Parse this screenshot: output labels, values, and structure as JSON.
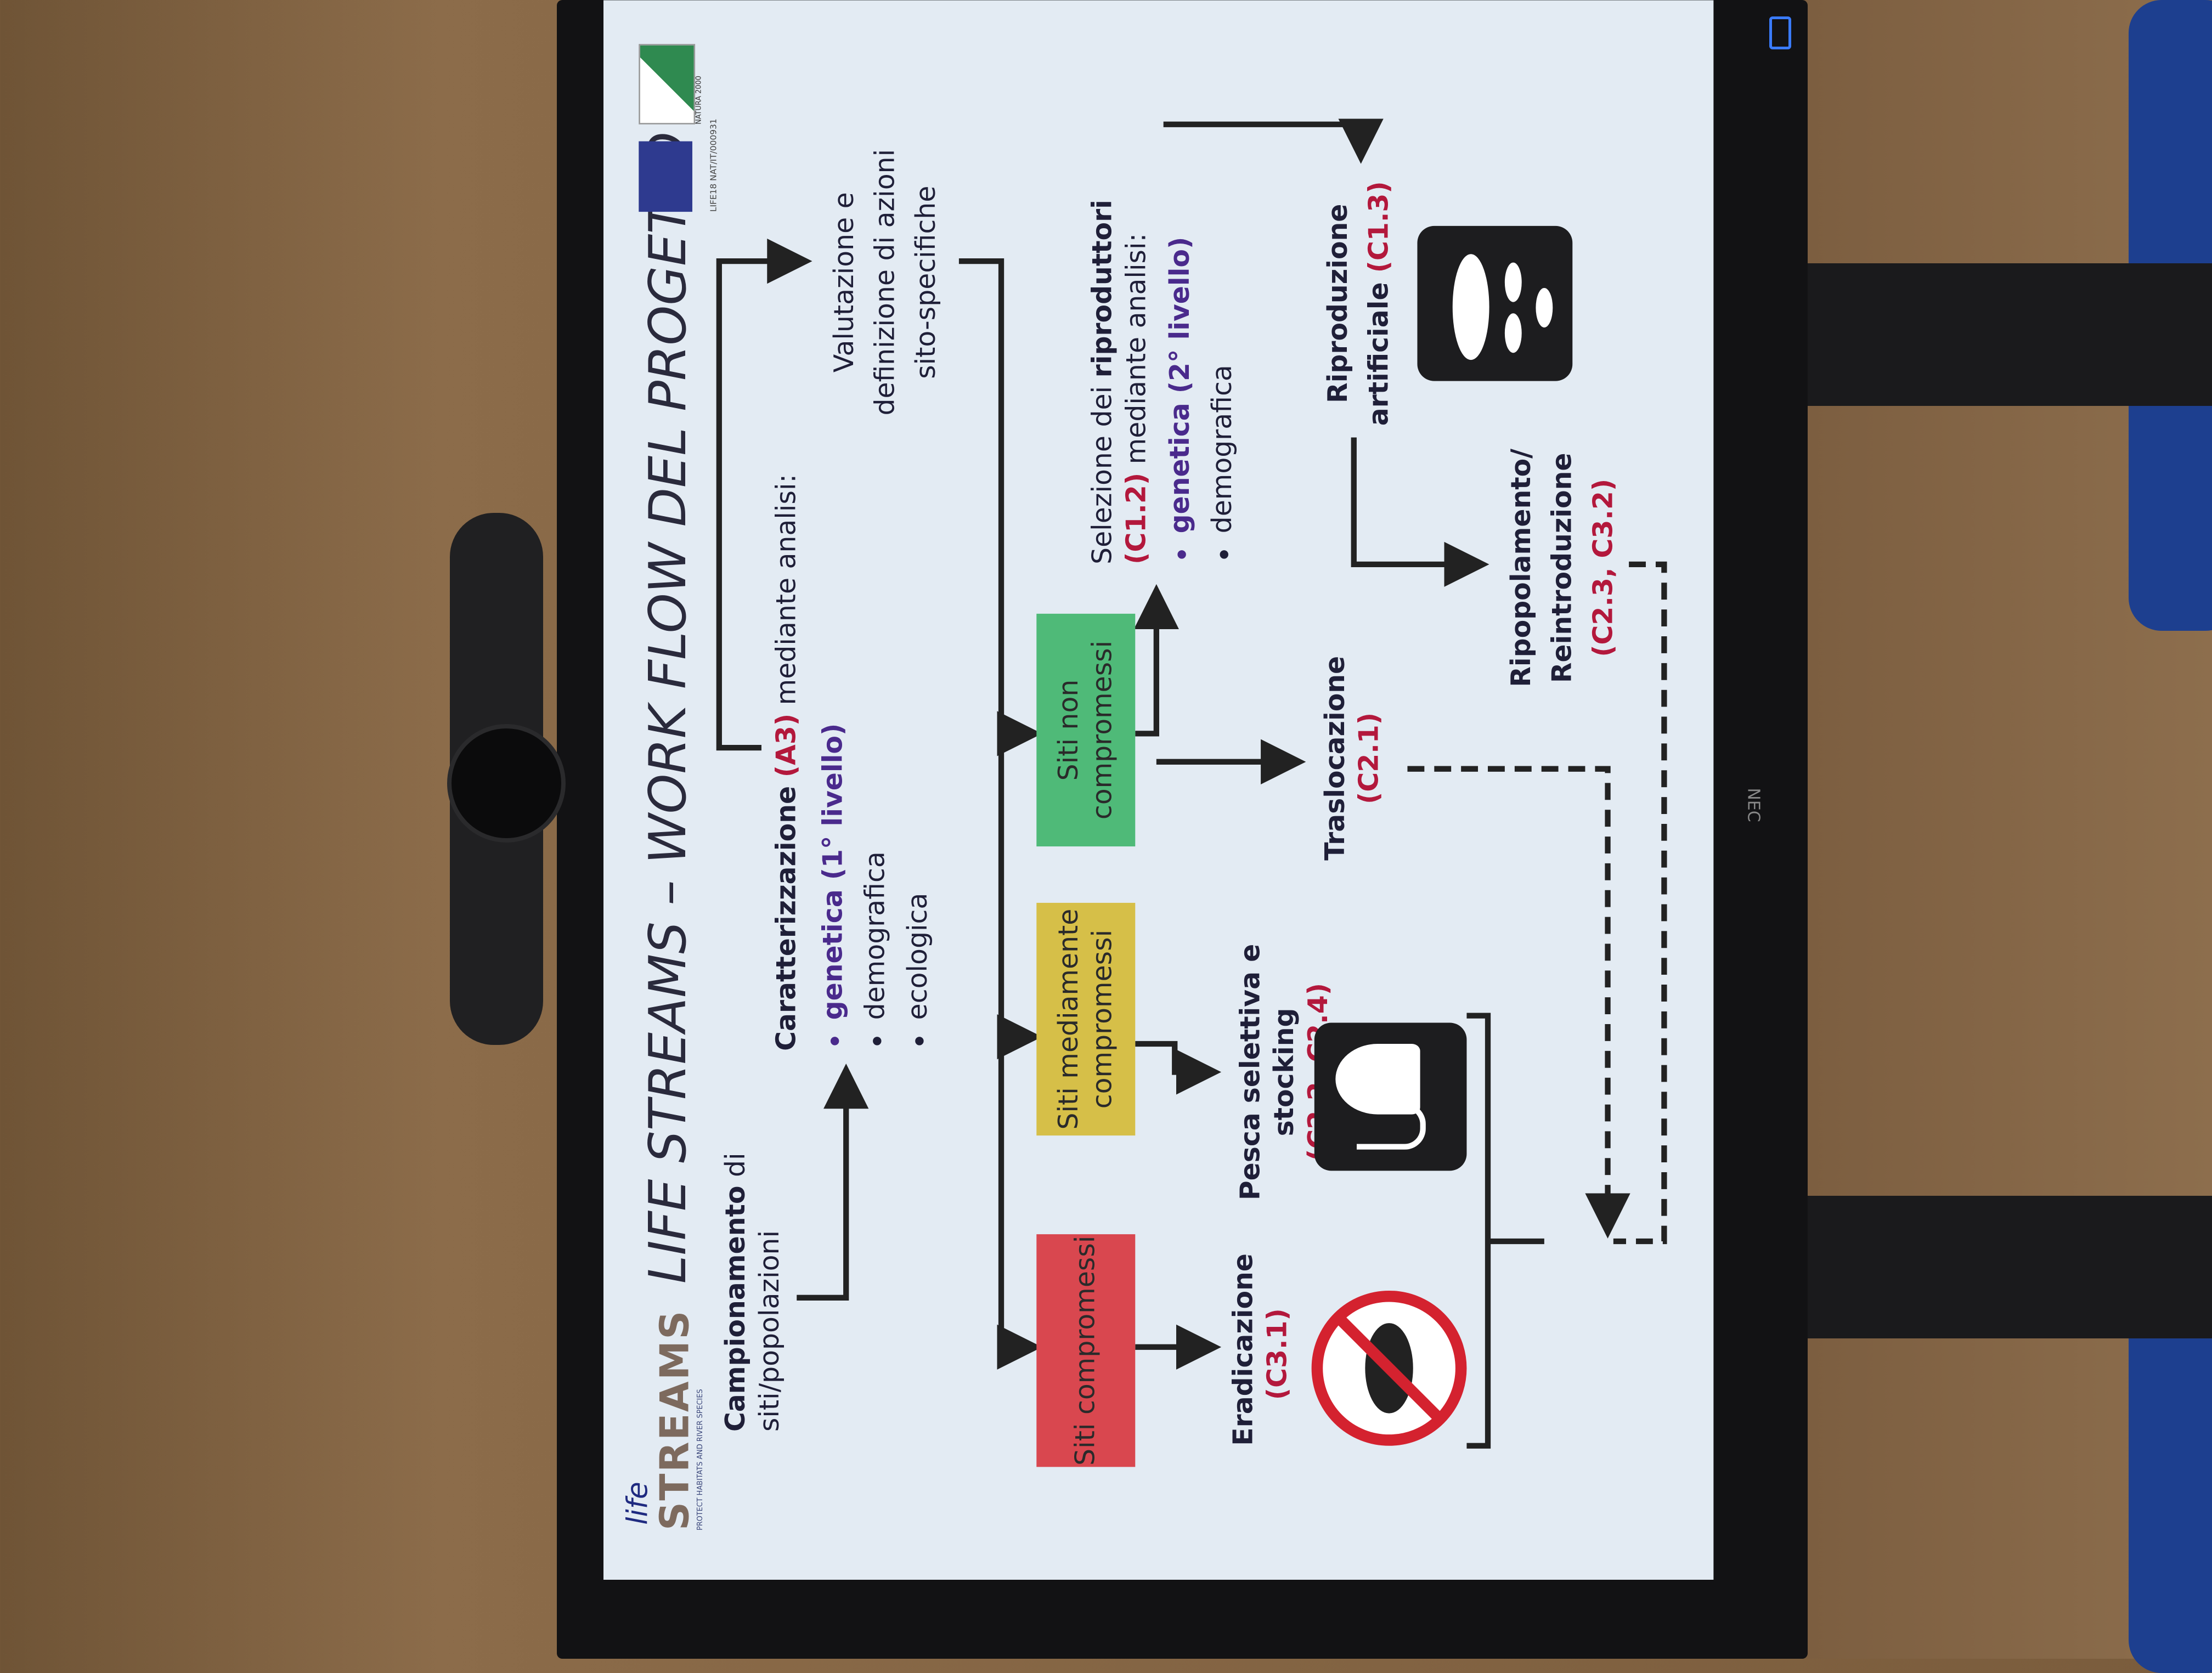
{
  "title": "LIFE STREAMS – WORK FLOW DEL PROGETTO",
  "logo": {
    "life": "life",
    "streams": "STREAMS",
    "tagline": "PROTECT HABITATS AND RIVER SPECIES"
  },
  "eu_logo": {
    "natura": "NATURA 2000",
    "code": "LIFE18 NAT/IT/000931"
  },
  "monitor_brand": "NEC",
  "steps": {
    "sampling": {
      "bold": "Campionamento",
      "rest": " di siti/popolazioni"
    },
    "characterization": {
      "bold": "Caratterizzazione",
      "code": "(A3)",
      "rest": " mediante analisi:",
      "bullets": [
        "genetica (1° livello)",
        "demografica",
        "ecologica"
      ]
    },
    "evaluation": "Valutazione e definizione di azioni sito-specifiche",
    "boxes": [
      {
        "label": "Siti compromessi",
        "color": "#d9474f"
      },
      {
        "label": "Siti mediamente compromessi",
        "color": "#d6bf48"
      },
      {
        "label": "Siti non compromessi",
        "color": "#4fba78"
      }
    ],
    "eradication": {
      "label": "Eradicazione",
      "code": "(C3.1)"
    },
    "fishing": {
      "label": "Pesca selettiva e stocking",
      "code": "(C2.2, C2.4)"
    },
    "translocation": {
      "label": "Traslocazione",
      "code": "(C2.1)"
    },
    "selection": {
      "pre": "Selezione dei ",
      "bold": "riproduttori",
      "code": "(C1.2)",
      "rest": " mediante analisi:",
      "bullets": [
        "genetica (2° livello)",
        "demografica"
      ]
    },
    "reproduction": {
      "label": "Riproduzione artificiale",
      "code": "(C1.3)"
    },
    "restocking": {
      "label": "Ripopolamento/ Reintroduzione",
      "code": "(C2.3, C3.2)"
    }
  }
}
